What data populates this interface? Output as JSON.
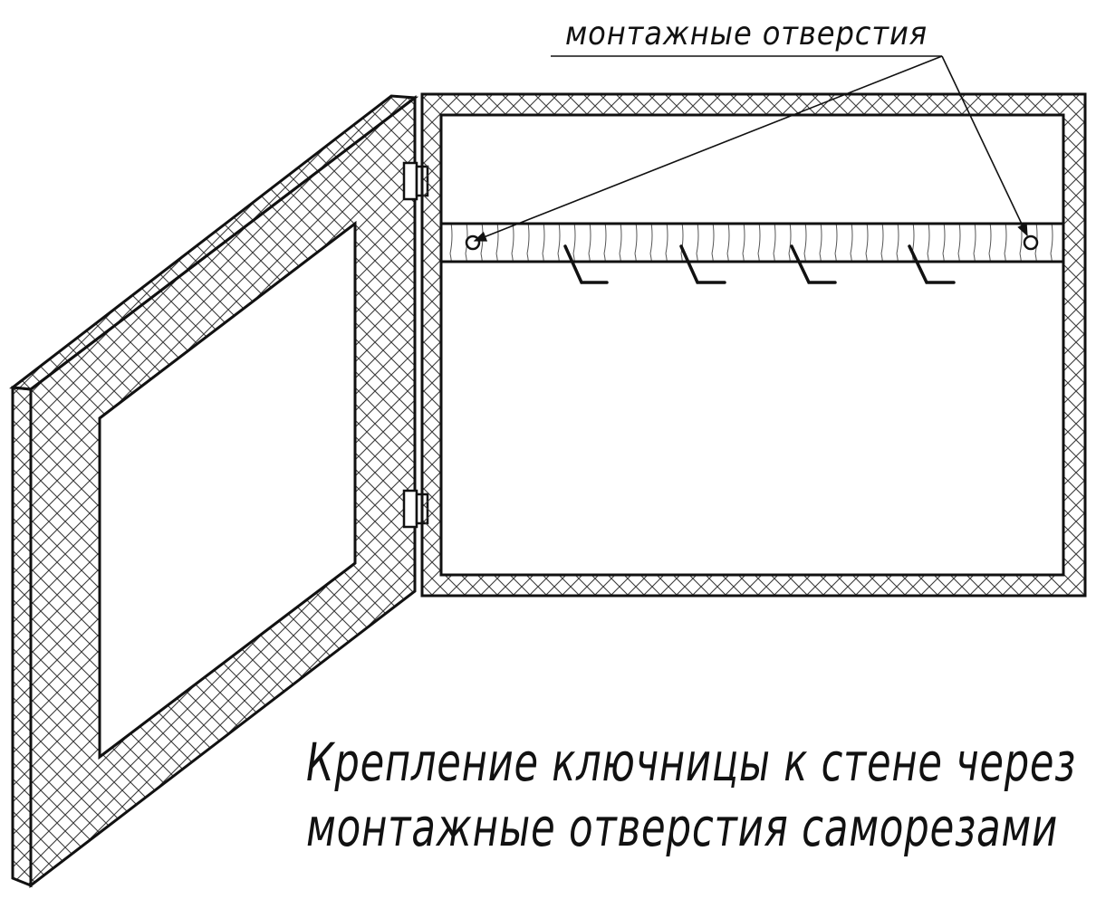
{
  "drawing": {
    "callout_label": "монтажные отверстия",
    "caption_line_1": "Крепление ключницы к стене через",
    "caption_line_2": "монтажные отверстия саморезами",
    "colors": {
      "line": "#111111",
      "hatch": "#3a3a3a",
      "paper": "#ffffff"
    }
  }
}
